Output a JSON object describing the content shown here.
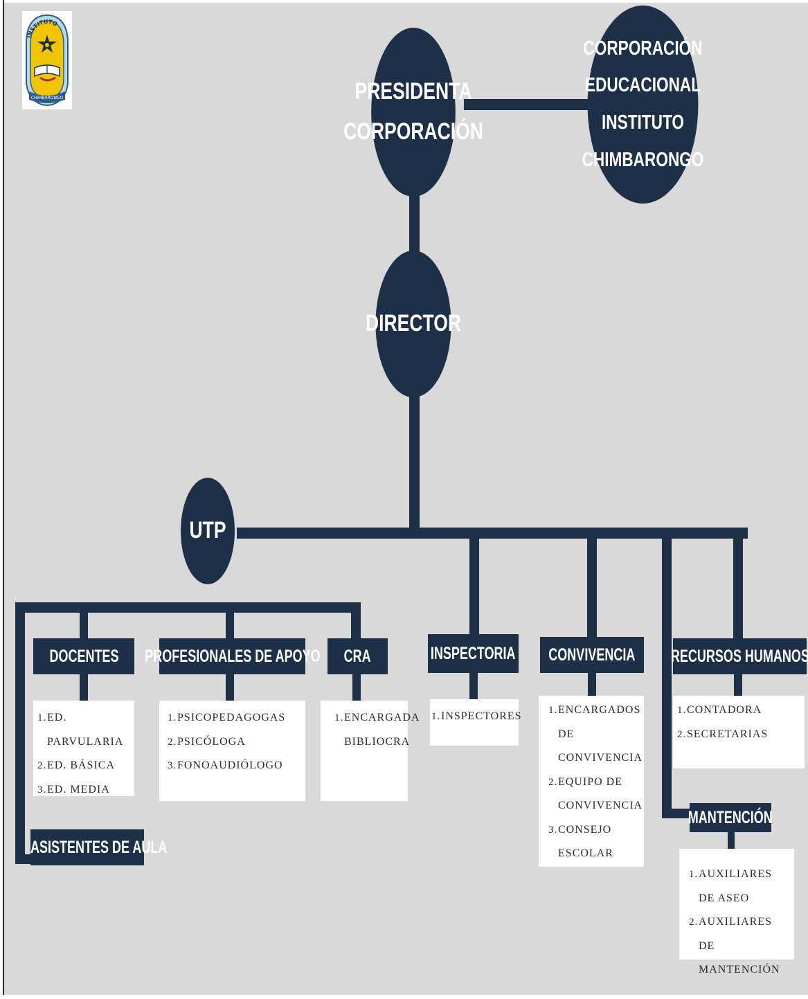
{
  "logo": {
    "arc_text": "INSTITUTO",
    "bottom_text": "CHIMBARONGO",
    "colors": {
      "navy": "#1d3048",
      "gold": "#f0c400",
      "sky": "#b9d8ea"
    }
  },
  "nodes": {
    "presidenta": "PRESIDENTA\nCORPORACIÓN",
    "corporacion": "CORPORACIÓN\nEDUCACIONAL INSTITUTO\nCHIMBARONGO",
    "director": "DIRECTOR",
    "utp": "UTP"
  },
  "departments": {
    "docentes": {
      "title": "DOCENTES",
      "items": [
        "ED. PARVULARIA",
        "ED. BÁSICA",
        "ED. MEDIA"
      ]
    },
    "profesionales": {
      "title": "PROFESIONALES DE APOYO",
      "items": [
        "PSICOPEDAGOGAS",
        "PSICÓLOGA",
        "FONOAUDIÓLOGO"
      ]
    },
    "cra": {
      "title": "CRA",
      "items": [
        "ENCARGADA BIBLIOCRA"
      ]
    },
    "inspectoria": {
      "title": "INSPECTORIA",
      "items": [
        "INSPECTORES"
      ]
    },
    "convivencia": {
      "title": "CONVIVENCIA",
      "items": [
        "ENCARGADOS DE CONVIVENCIA",
        "EQUIPO DE CONVIVENCIA",
        "CONSEJO ESCOLAR"
      ]
    },
    "rrhh": {
      "title": "RECURSOS HUMANOS",
      "items": [
        "CONTADORA",
        "SECRETARIAS"
      ]
    },
    "mantencion": {
      "title": "MANTENCIÓN",
      "items": [
        "AUXILIARES DE ASEO",
        "AUXILIARES DE MANTENCIÓN"
      ]
    },
    "asistentes": {
      "title": "ASISTENTES DE AULA"
    }
  },
  "colors": {
    "background": "#d9d9d9",
    "node": "#1d3048",
    "card": "#ffffff"
  }
}
